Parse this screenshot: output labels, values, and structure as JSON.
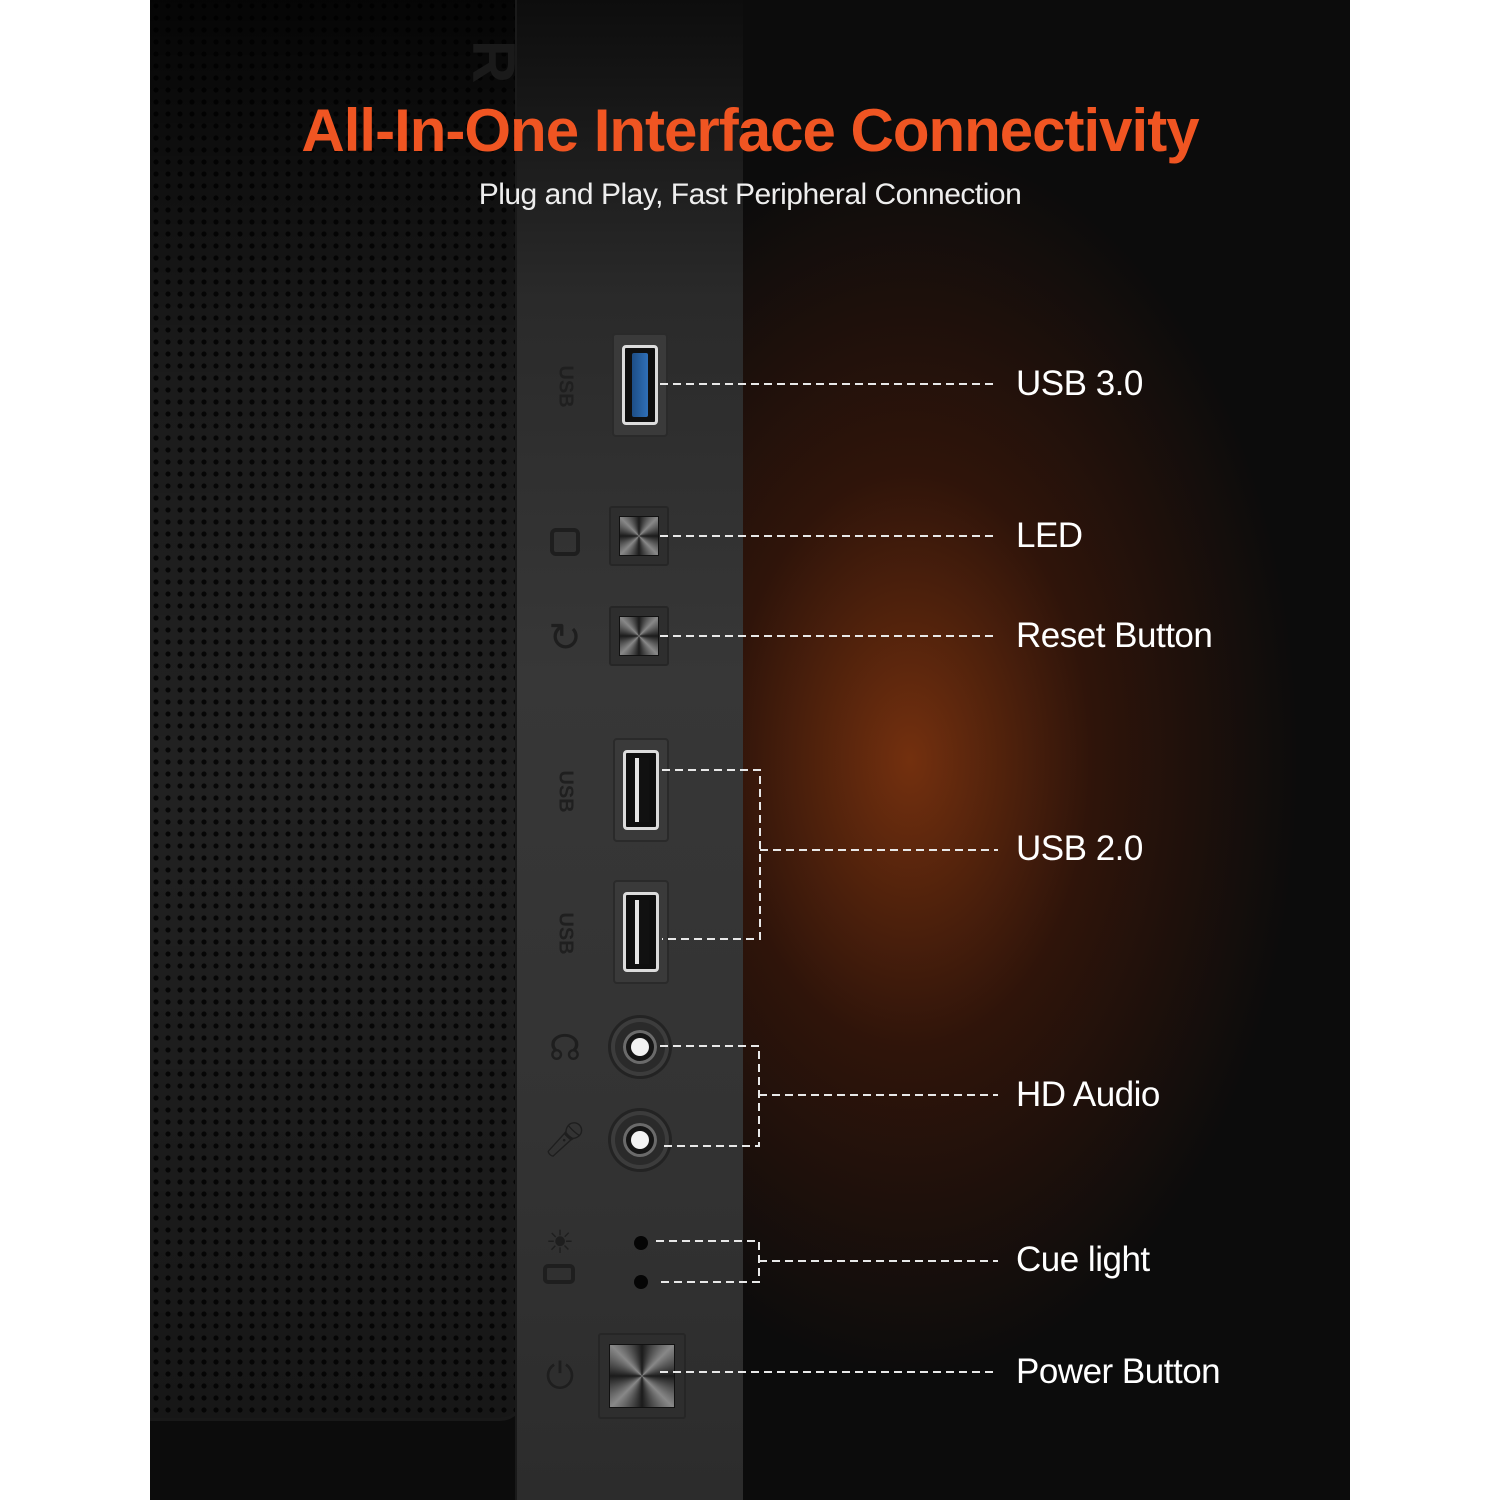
{
  "header": {
    "title": "All-In-One Interface Connectivity",
    "subtitle": "Plug and Play, Fast Peripheral Connection"
  },
  "panel": {
    "port_label": "USB"
  },
  "callouts": {
    "usb3": "USB 3.0",
    "led": "LED",
    "reset": "Reset Button",
    "usb2": "USB 2.0",
    "audio": "HD Audio",
    "cue": "Cue light",
    "power": "Power Button"
  },
  "colors": {
    "title": "#f05522",
    "usb3_insert": "#2f6fb8",
    "glow": "#963c0f"
  },
  "icons": [
    "led-icon",
    "reset-icon",
    "headphone-icon",
    "microphone-icon",
    "light-icon",
    "hdd-icon",
    "power-icon"
  ]
}
